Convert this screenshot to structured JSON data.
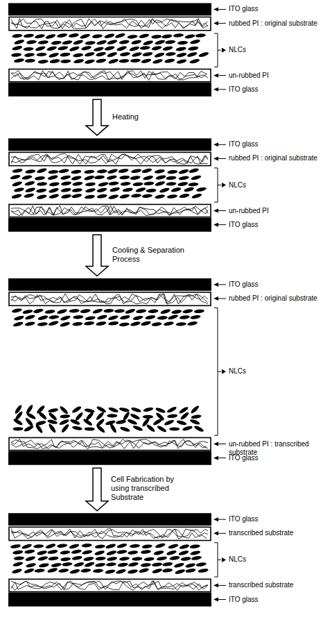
{
  "diagram": {
    "labels": [
      "ITO glass",
      "rubbed PI : original substrate",
      "NLCs",
      "un-rubbed PI",
      "ITO glass",
      "Heating",
      "ITO glass",
      "rubbed PI : original substrate",
      "NLCs",
      "un-rubbed PI",
      "ITO glass",
      "Cooling & Separation Process",
      "ITO glass",
      "rubbed PI : original substrate",
      "NLCs",
      "un-rubbed PI : transcribed substrate",
      "ITO glass",
      "Cell Fabrication by using transcribed Substrate",
      "ITO glass",
      "transcribed substrate",
      "NLCs",
      "transcribed substrate",
      "ITO glass"
    ]
  }
}
